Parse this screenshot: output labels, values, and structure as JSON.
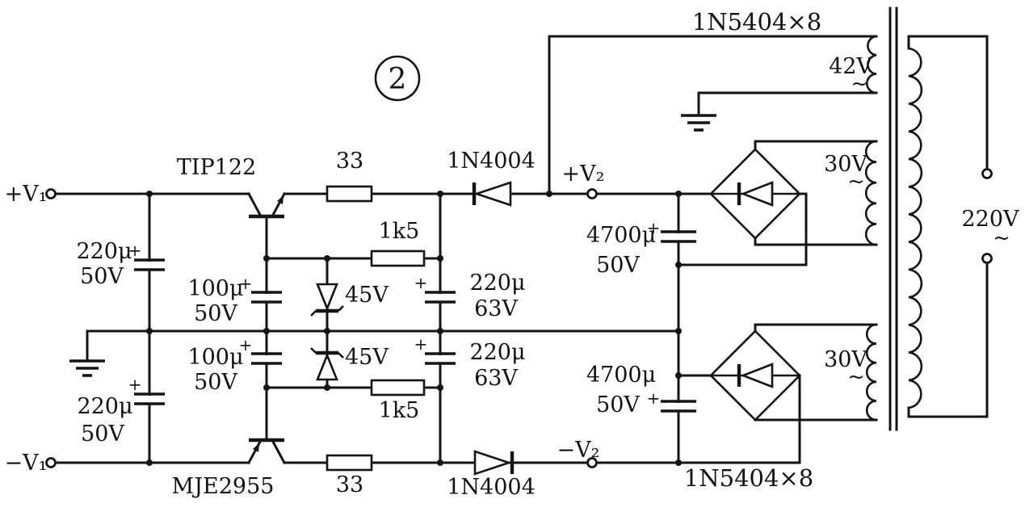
{
  "figure": {
    "number": "2"
  },
  "terminals": {
    "v1_plus": "+V₁",
    "v1_minus": "−V₁",
    "v2_plus": "+V₂",
    "v2_minus": "−V₂"
  },
  "transistors": {
    "upper": "TIP122",
    "lower": "MJE2955"
  },
  "resistors": {
    "r_top": "33",
    "r_bottom": "33",
    "r_divider_top": "1k5",
    "r_divider_bottom": "1k5"
  },
  "diodes": {
    "d_top": "1N4004",
    "d_bottom": "1N4004",
    "zener_top": "45V",
    "zener_bottom": "45V",
    "bridge_top_note": "1N5404×8",
    "bridge_bottom_note": "1N5404×8"
  },
  "capacitors": {
    "input_top": {
      "value": "220μ",
      "voltage": "50V"
    },
    "input_bottom": {
      "value": "220μ",
      "voltage": "50V"
    },
    "base_top": {
      "value": "100μ",
      "voltage": "50V"
    },
    "base_bottom": {
      "value": "100μ",
      "voltage": "50V"
    },
    "output_top": {
      "value": "220μ",
      "voltage": "63V"
    },
    "output_bottom": {
      "value": "220μ",
      "voltage": "63V"
    },
    "filter_top": {
      "value": "4700μ",
      "voltage": "50V"
    },
    "filter_bottom": {
      "value": "4700μ",
      "voltage": "50V"
    }
  },
  "transformer": {
    "primary_voltage": "220V",
    "secondary_42": "42V",
    "secondary_30_top": "30V",
    "secondary_30_bottom": "30V",
    "ac_symbol": "~"
  },
  "symbols": {
    "plus": "+"
  }
}
